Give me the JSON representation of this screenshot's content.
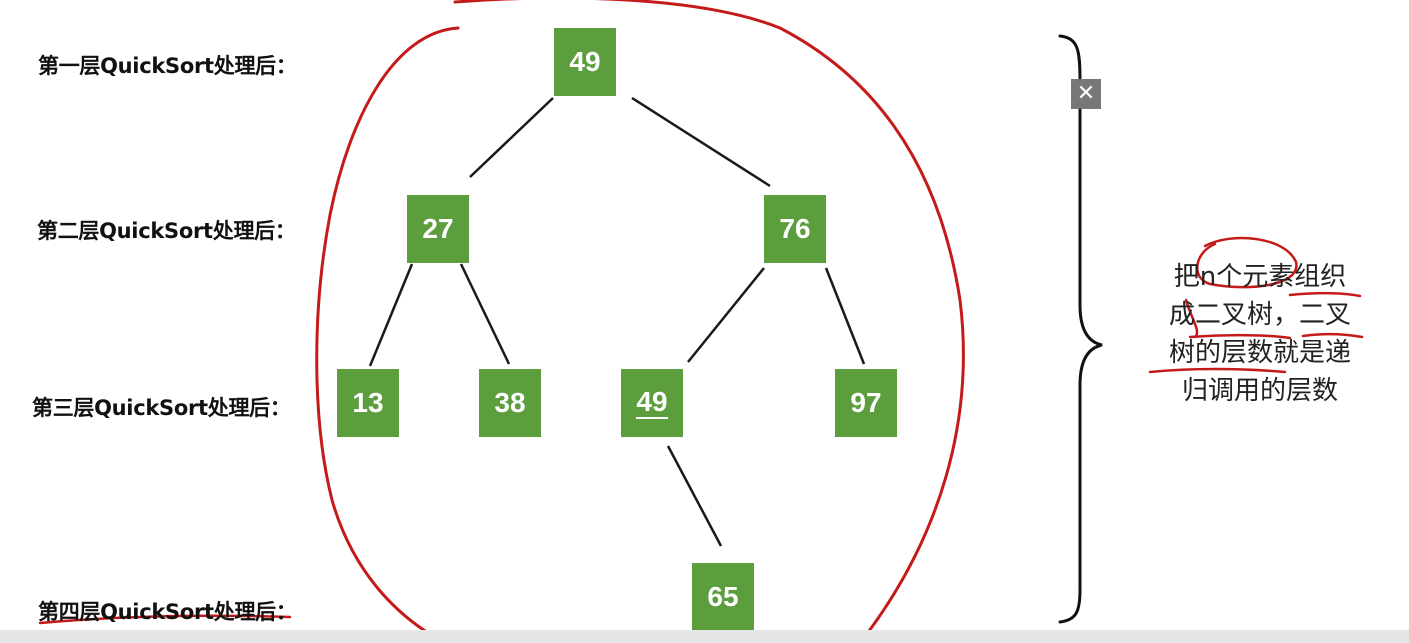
{
  "labels": {
    "level1": "第一层QuickSort处理后：",
    "level2": "第二层QuickSort处理后：",
    "level3": "第三层QuickSort处理后：",
    "level4": "第四层QuickSort处理后："
  },
  "nodes": {
    "root": "49",
    "l2_left": "27",
    "l2_right": "76",
    "l3_a": "13",
    "l3_b": "38",
    "l3_c": "49",
    "l3_d": "97",
    "l4_a": "65"
  },
  "note": {
    "line1": "把n个元素组织",
    "line2": "成二叉树，二叉",
    "line3": "树的层数就是递",
    "line4": "归调用的层数"
  },
  "close_symbol": "✕",
  "colors": {
    "node_fill": "#5c9e3e",
    "edge": "#1a1a1a",
    "annotation_red": "#c41a1a"
  }
}
